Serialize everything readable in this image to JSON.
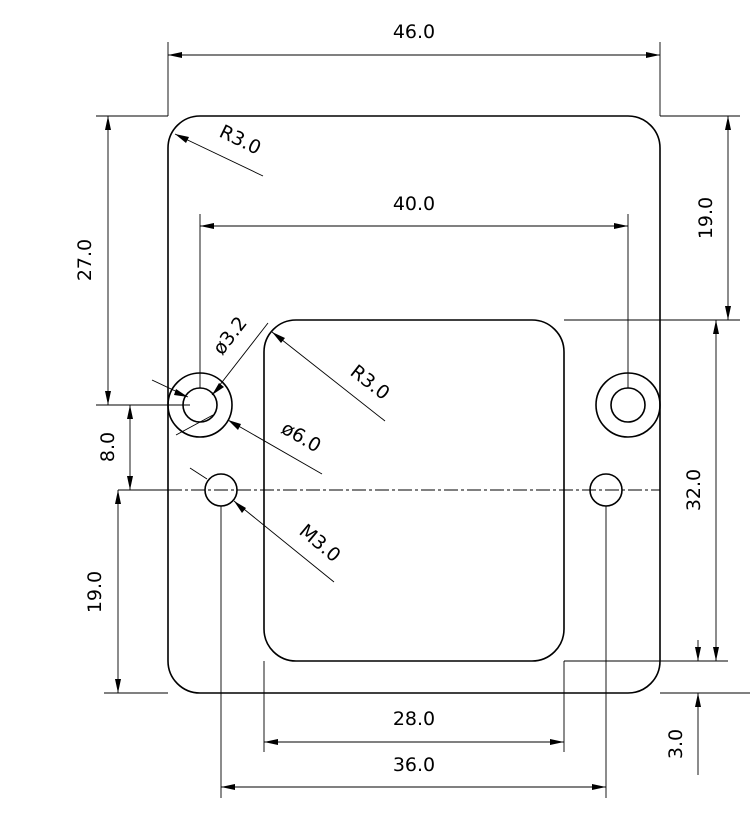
{
  "dimensions": {
    "overall_width": "46.0",
    "hole_spacing": "40.0",
    "top_to_hole": "27.0",
    "right_top_to_window": "19.0",
    "hole_to_centerline": "8.0",
    "centerline_to_bottom": "19.0",
    "window_height": "32.0",
    "window_width": "28.0",
    "tapped_spacing": "36.0",
    "window_to_bottom": "3.0"
  },
  "callouts": {
    "corner_radius": "R3.0",
    "window_radius": "R3.0",
    "hole_diameter": "ø3.2",
    "counterbore_diameter": "ø6.0",
    "thread": "M3.0"
  },
  "colors": {
    "line": "#000000",
    "background": "#ffffff"
  }
}
